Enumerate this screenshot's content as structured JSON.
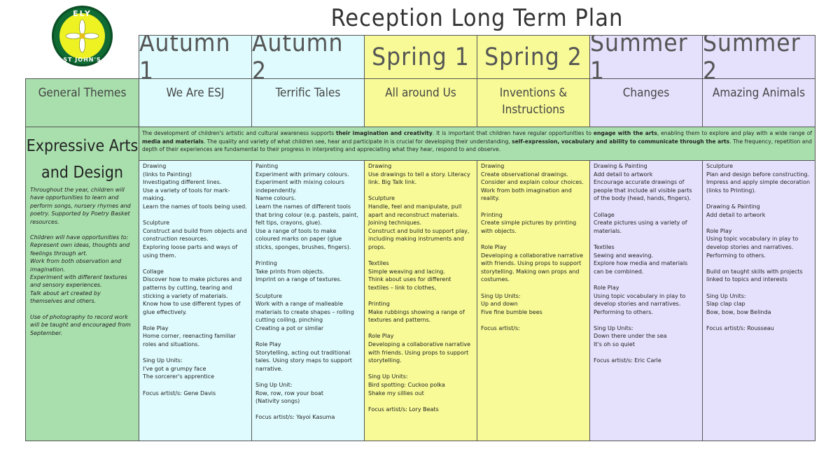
{
  "header": {
    "title": "Reception Long Term Plan",
    "logo_top": "ELY",
    "logo_bottom": "ST JOHN'S",
    "terms": [
      "Autumn 1",
      "Autumn 2",
      "Spring 1",
      "Spring 2",
      "Summer 1",
      "Summer 2"
    ]
  },
  "themes": {
    "label": "General Themes",
    "items": [
      "We Are ESJ",
      "Terrific Tales",
      "All around Us",
      "Inventions & Instructions",
      "Changes",
      "Amazing Animals"
    ]
  },
  "area": {
    "title": "Expressive Arts and Design",
    "intro_parts": [
      "The development of children's artistic and cultural awareness supports ",
      "their imagination and creativity",
      ". It is important that children have regular opportunities to ",
      "engage with the arts",
      ", enabling them to explore and play with a wide range of ",
      "media and materials",
      ". The quality and variety of what children see, hear and participate in is crucial for developing their understanding, ",
      "self-expression, vocabulary and ability to communicate through the arts",
      ". The frequency, repetition and depth of their experiences are fundamental to their progress in interpreting and appreciating what they hear, respond to and observe."
    ],
    "side_notes": [
      "Throughout the year, children will have opportunities to learn and perform songs, nursery rhymes and poetry. Supported by Poetry Basket resources.",
      "Children will have opportunities to:\nRepresent own ideas, thoughts and feelings through art.\nWork from both observation and imagination.\nExperiment with different textures and sensory experiences.\nTalk about art created by themselves and others.",
      "Use of photography to record work will be taught and encouraged from September."
    ]
  },
  "columns": [
    "Drawing\n(links to Painting)\nInvestigating different lines.\nUse a variety of tools for mark-making.\nLearn the names of tools being used.\n\nSculpture\nConstruct and build from objects and construction resources.\nExploring loose parts and ways of using them.\n\nCollage\nDiscover how to make pictures and patterns by cutting, tearing and sticking a variety of materials.\nKnow how to use different types of glue effectively.\n\nRole Play\nHome corner, reenacting familiar roles and situations.\n\nSing Up Units:\nI've got a grumpy face\nThe sorcerer's apprentice\n\nFocus artist/s: Gene Davis",
    "Painting\nExperiment with primary colours.\nExperiment with mixing colours independently.\nName colours.\nLearn the names of different tools that bring colour (e.g. pastels, paint, felt tips, crayons, glue).\nUse a range of tools to make coloured marks on paper (glue sticks, sponges, brushes, fingers).\n\nPrinting\nTake prints from objects.\nImprint on a range of textures.\n\nSculpture\nWork with a range of malleable materials to create shapes – rolling cutting coiling, pinching\nCreating a pot or similar\n\nRole Play\nStorytelling, acting out traditional tales. Using story maps to support narrative.\n\nSing Up Unit:\nRow, row, row your boat\n(Nativity songs)\n\nFocus artist/s: Yayoi Kasuma",
    "Drawing\nUse drawings to tell a story. Literacy link. Big Talk link.\n\nSculpture\nHandle, feel and manipulate, pull apart and reconstruct materials.\nJoining techniques.\nConstruct and build to support play, including making instruments and props.\n\nTextiles\nSimple weaving and lacing.\n Think about uses for different textiles – link to clothes,\n\nPrinting\nMake rubbings showing a range of textures and patterns.\n\nRole Play\nDeveloping a collaborative narrative with friends. Using props to support storytelling.\n\nSing Up Units:\nBird spotting: Cuckoo polka\nShake my sillies out\n\nFocus artist/s: Lory Beats",
    "Drawing\nCreate observational drawings.\nConsider and explain colour choices.\nWork from both imagination and reality.\n\nPrinting\nCreate simple pictures by printing with objects.\n\nRole Play\nDeveloping a collaborative narrative with friends. Using props to support storytelling. Making own props and costumes.\n\nSing Up Units:\nUp and down\nFive fine bumble bees\n\nFocus artist/s:",
    "Drawing & Painting\nAdd detail to artwork\nEncourage accurate drawings of people that include all visible parts of the body (head, hands, fingers).\n\nCollage\nCreate pictures using a variety of materials.\n\nTextiles\nSewing and weaving.\nExplore how media and materials can be combined.\n\nRole Play\nUsing topic vocabulary in play to develop stories and narratives.\nPerforming to others.\n\nSing Up Units:\nDown there under the sea\nIt's oh so quiet\n\nFocus artist/s: Eric Carle",
    "Sculpture\nPlan and design before constructing.\nImpress and apply simple decoration (links to Printing).\n\nDrawing & Painting\nAdd detail to artwork\n\nRole Play\nUsing topic vocabulary in play to develop stories and narratives.\nPerforming to others.\n\nBuild on taught skills with projects linked to topics and interests\n\nSing Up Units:\nSlap clap clap\nBow, bow, bow Belinda\n\nFocus artist/s: Rousseau"
  ],
  "colors": {
    "cyan": "#dffbfd",
    "yellow": "#f7fa96",
    "violet": "#e5e0fc",
    "green": "#a9dfad",
    "logo_green": "#0f6a34",
    "logo_yellow": "#eef223"
  }
}
